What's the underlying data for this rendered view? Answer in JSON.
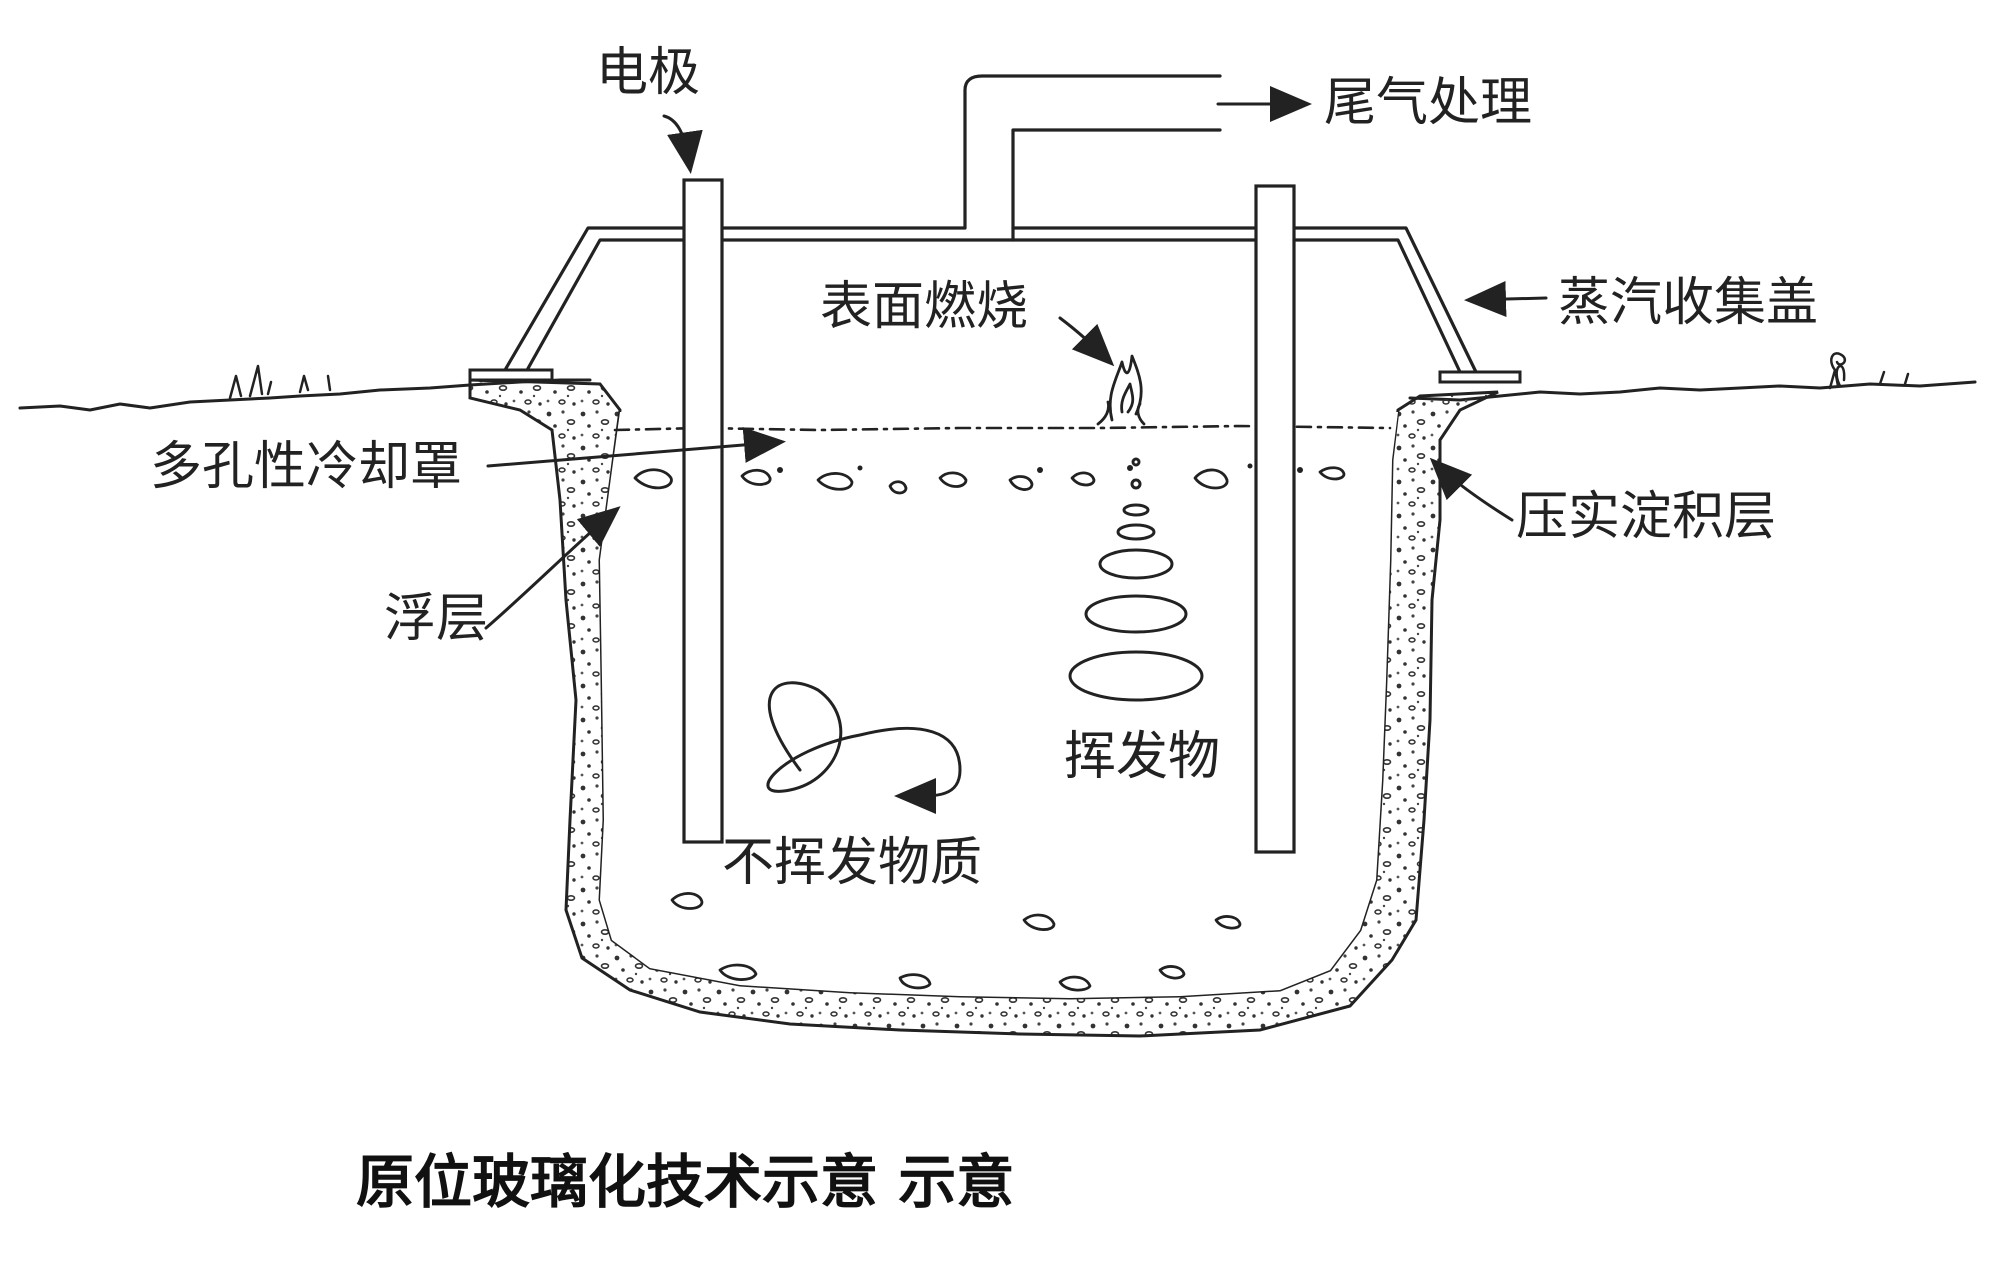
{
  "labels": {
    "electrode": "电极",
    "exhaust_treatment": "尾气处理",
    "surface_combustion": "表面燃烧",
    "vapor_hood": "蒸汽收集盖",
    "porous_cooling_cover": "多孔性冷却罩",
    "compacted_deposit": "压实淀积层",
    "floating_layer": "浮层",
    "volatiles": "挥发物",
    "nonvolatiles": "不挥发物质"
  },
  "caption": "原位玻璃化技术示意 示意"
}
